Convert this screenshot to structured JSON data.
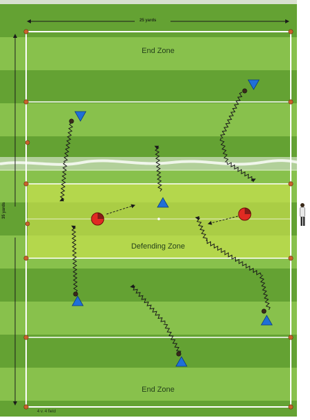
{
  "labels": {
    "width_dimension": "25 yards",
    "length_dimension": "35 yards",
    "top_zone": "End Zone",
    "middle_zone": "Defending Zone",
    "bottom_zone": "End Zone",
    "field_caption": "4 v. 4 field"
  },
  "icons": {
    "cone": "orange-cone-icon",
    "attacker": "blue-triangle-player-icon",
    "defender": "red-circle-defender-icon",
    "ball": "ball-icon",
    "dribble_path": "wavy-arrow-icon",
    "pass": "dashed-arrow-icon",
    "coach": "coach-figure-icon"
  },
  "colors": {
    "grass_dark": "#64a233",
    "grass_light": "#88c14c",
    "defending_zone": "#c7e04d",
    "attacker": "#1f6fd8",
    "defender": "#e02a22",
    "cone": "#c9622c",
    "field_line": "#ffffff"
  }
}
